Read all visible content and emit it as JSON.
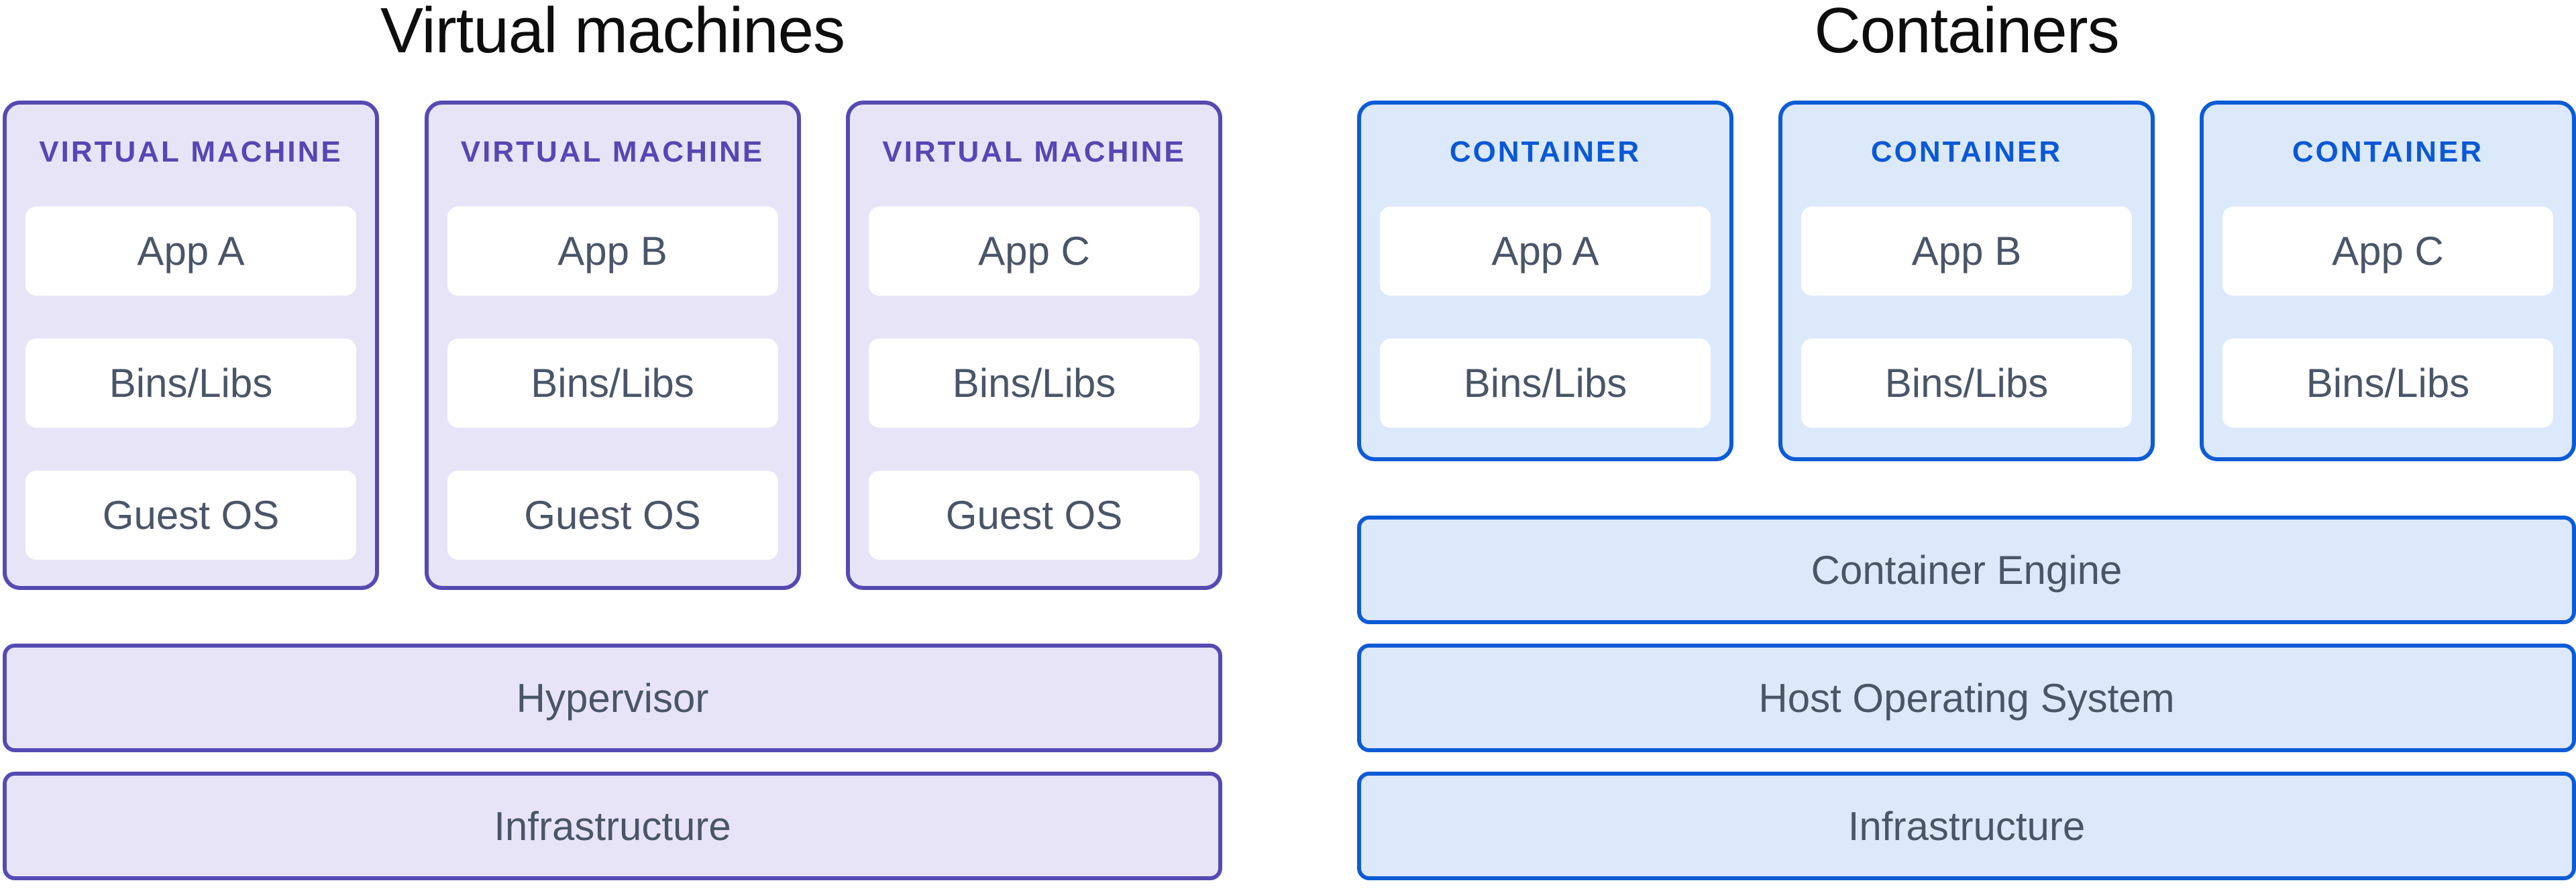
{
  "colors": {
    "vm-border": "#564ab2",
    "vm-fill": "#e8e4f8",
    "vm-label": "#5746b4",
    "container-border": "#0d5bd7",
    "container-fill": "#dce9fb",
    "container-label": "#0a58d6",
    "box-bg": "#ffffff",
    "box-text": "#4a5568",
    "title-text": "#0d0d0e"
  },
  "left": {
    "title": "Virtual machines",
    "cards": [
      {
        "label": "VIRTUAL MACHINE",
        "boxes": [
          "App A",
          "Bins/Libs",
          "Guest OS"
        ]
      },
      {
        "label": "VIRTUAL MACHINE",
        "boxes": [
          "App B",
          "Bins/Libs",
          "Guest OS"
        ]
      },
      {
        "label": "VIRTUAL MACHINE",
        "boxes": [
          "App C",
          "Bins/Libs",
          "Guest OS"
        ]
      }
    ],
    "bars": [
      "Hypervisor",
      "Infrastructure"
    ]
  },
  "right": {
    "title": "Containers",
    "cards": [
      {
        "label": "CONTAINER",
        "boxes": [
          "App A",
          "Bins/Libs"
        ]
      },
      {
        "label": "CONTAINER",
        "boxes": [
          "App B",
          "Bins/Libs"
        ]
      },
      {
        "label": "CONTAINER",
        "boxes": [
          "App C",
          "Bins/Libs"
        ]
      }
    ],
    "bars": [
      "Container Engine",
      "Host Operating System",
      "Infrastructure"
    ]
  }
}
